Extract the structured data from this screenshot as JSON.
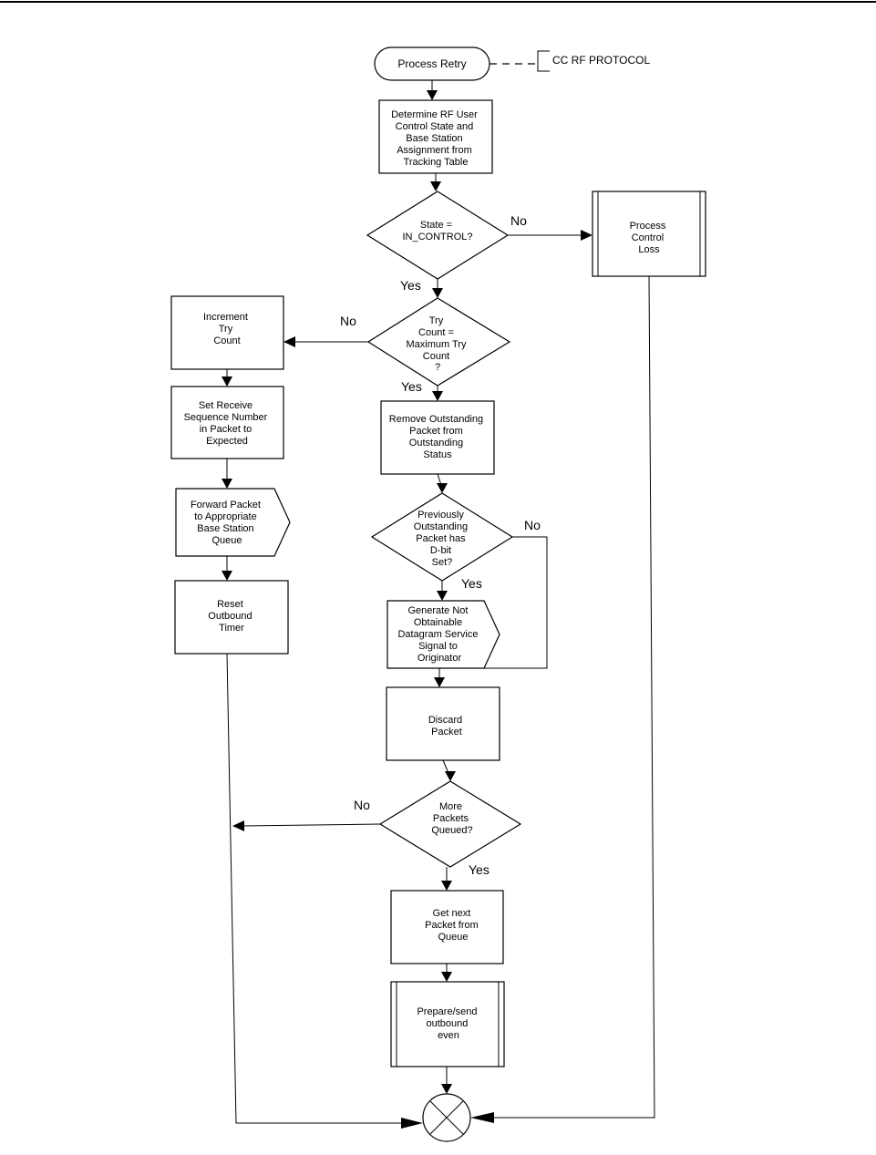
{
  "start": "Process Retry",
  "annotation": "CC RF PROTOCOL",
  "determine": [
    "Determine RF User",
    "Control  State and",
    "Base Station",
    "Assignment from",
    "Tracking Table"
  ],
  "state_check": [
    "State =",
    "IN_CONTROL?"
  ],
  "process_control_loss": [
    "Process",
    "Control",
    "Loss"
  ],
  "try_check": [
    "Try",
    "Count =",
    "Maximum Try",
    "Count",
    "?"
  ],
  "increment": [
    "Increment",
    "Try",
    "Count"
  ],
  "set_receive": [
    "Set Receive",
    "Sequence Number",
    "in Packet to",
    "Expected"
  ],
  "forward": [
    "Forward Packet",
    "to Appropriate",
    "Base Station",
    "Queue"
  ],
  "reset": [
    "Reset",
    "Outbound",
    "Timer"
  ],
  "remove": [
    "Remove Outstanding",
    "Packet from",
    "Outstanding",
    "Status"
  ],
  "dbit_check": [
    "Previously",
    "Outstanding",
    "Packet has",
    "D-bit",
    "Set?"
  ],
  "generate": [
    "Generate Not",
    "Obtainable",
    "Datagram Service",
    "Signal to",
    "Originator"
  ],
  "discard": [
    "Discard",
    "Packet"
  ],
  "more_check": [
    "More",
    "Packets",
    "Queued?"
  ],
  "get_next": [
    "Get next",
    "Packet from",
    "Queue"
  ],
  "prepare": [
    "Prepare/send",
    "outbound",
    "even"
  ],
  "labels": {
    "no_state": "No",
    "yes_state": "Yes",
    "no_try": "No",
    "yes_try": "Yes",
    "no_dbit": "No",
    "yes_dbit": "Yes",
    "no_more": "No",
    "yes_more": "Yes"
  }
}
